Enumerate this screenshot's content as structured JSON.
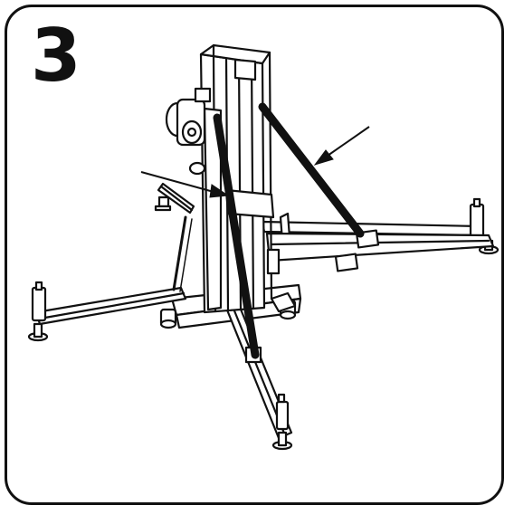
{
  "step": {
    "number": "3"
  },
  "illustration": {
    "subject": "lift-tower-with-outriggers",
    "highlighted_parts": [
      "front-brace-bar",
      "rear-brace-bar"
    ],
    "stroke_color": "#111111",
    "fill_color": "#ffffff"
  }
}
